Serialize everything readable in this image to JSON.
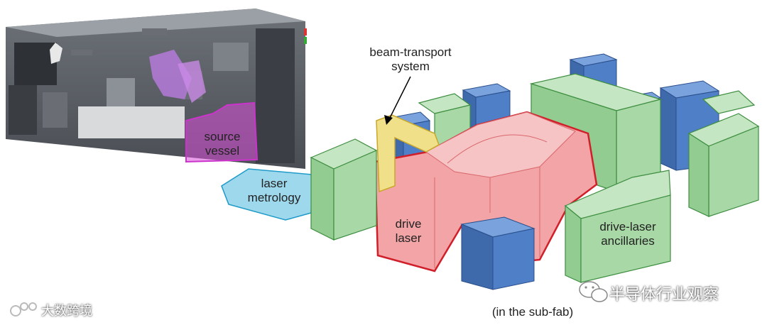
{
  "labels": {
    "source_vessel_line1": "source",
    "source_vessel_line2": "vessel",
    "laser_metrology_line1": "laser",
    "laser_metrology_line2": "metrology",
    "beam_transport_line1": "beam-transport",
    "beam_transport_line2": "system",
    "drive_laser_line1": "drive",
    "drive_laser_line2": "laser",
    "ancillaries_line1": "drive-laser",
    "ancillaries_line2": "ancillaries",
    "sub_fab": "(in the sub-fab)"
  },
  "watermarks": {
    "left": "大数跨境",
    "right": "半导体行业观察"
  },
  "colors": {
    "cabinet_green": "#a8d8a6",
    "cabinet_blue": "#4f7fc6",
    "drive_laser_red": "#f2a4a6",
    "beam_transport_yellow": "#f0e08a",
    "source_vessel_magenta": "#d94fd9",
    "laser_metrology_cyan": "#9ed8ec"
  }
}
